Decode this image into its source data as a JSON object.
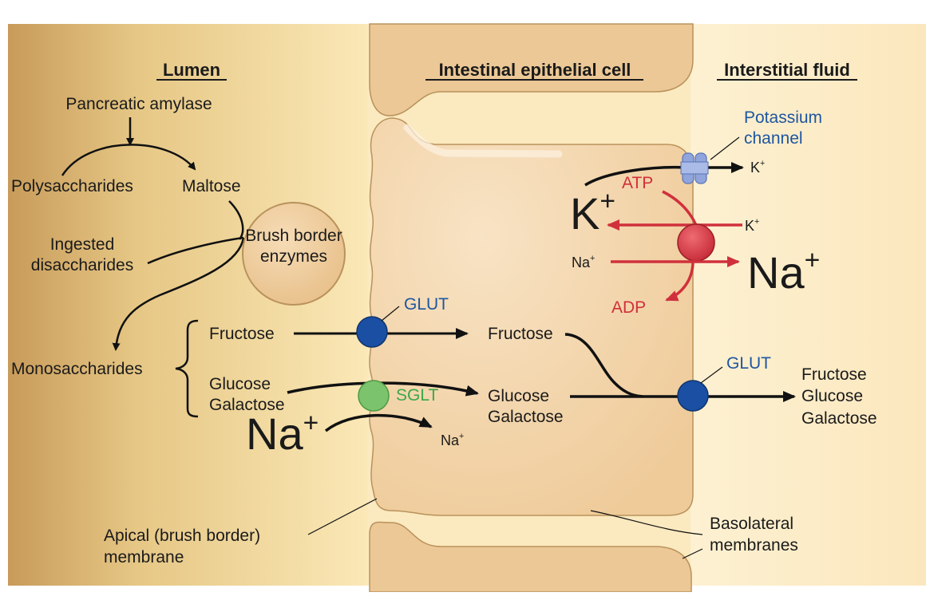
{
  "headers": {
    "lumen": "Lumen",
    "cell": "Intestinal epithelial cell",
    "interstitial": "Interstitial fluid"
  },
  "lumen_labels": {
    "pancreatic_amylase": "Pancreatic amylase",
    "polysaccharides": "Polysaccharides",
    "maltose": "Maltose",
    "ingested_1": "Ingested",
    "ingested_2": "disaccharides",
    "monosaccharides": "Monosaccharides",
    "fructose": "Fructose",
    "glucose": "Glucose",
    "galactose": "Galactose",
    "brush_1": "Brush border",
    "brush_2": "enzymes",
    "apical_1": "Apical (brush border)",
    "apical_2": "membrane"
  },
  "cell_labels": {
    "fructose": "Fructose",
    "glucose": "Glucose",
    "galactose": "Galactose"
  },
  "transporters": {
    "glut": "GLUT",
    "sglt": "SGLT",
    "glut2": "GLUT",
    "potassium_1": "Potassium",
    "potassium_2": "channel",
    "atp": "ATP",
    "adp": "ADP"
  },
  "ions": {
    "na": "Na",
    "k": "K",
    "plus": "+"
  },
  "interstitial_labels": {
    "fructose": "Fructose",
    "glucose": "Glucose",
    "galactose": "Galactose",
    "baso_1": "Basolateral",
    "baso_2": "membranes"
  },
  "colors": {
    "label_blue": "#1e56a0",
    "pump_red": "#d0303c",
    "sglt_green": "#7cc36e",
    "glut_blue": "#1a4fa3",
    "cell_fill": "#f2d3a8"
  }
}
